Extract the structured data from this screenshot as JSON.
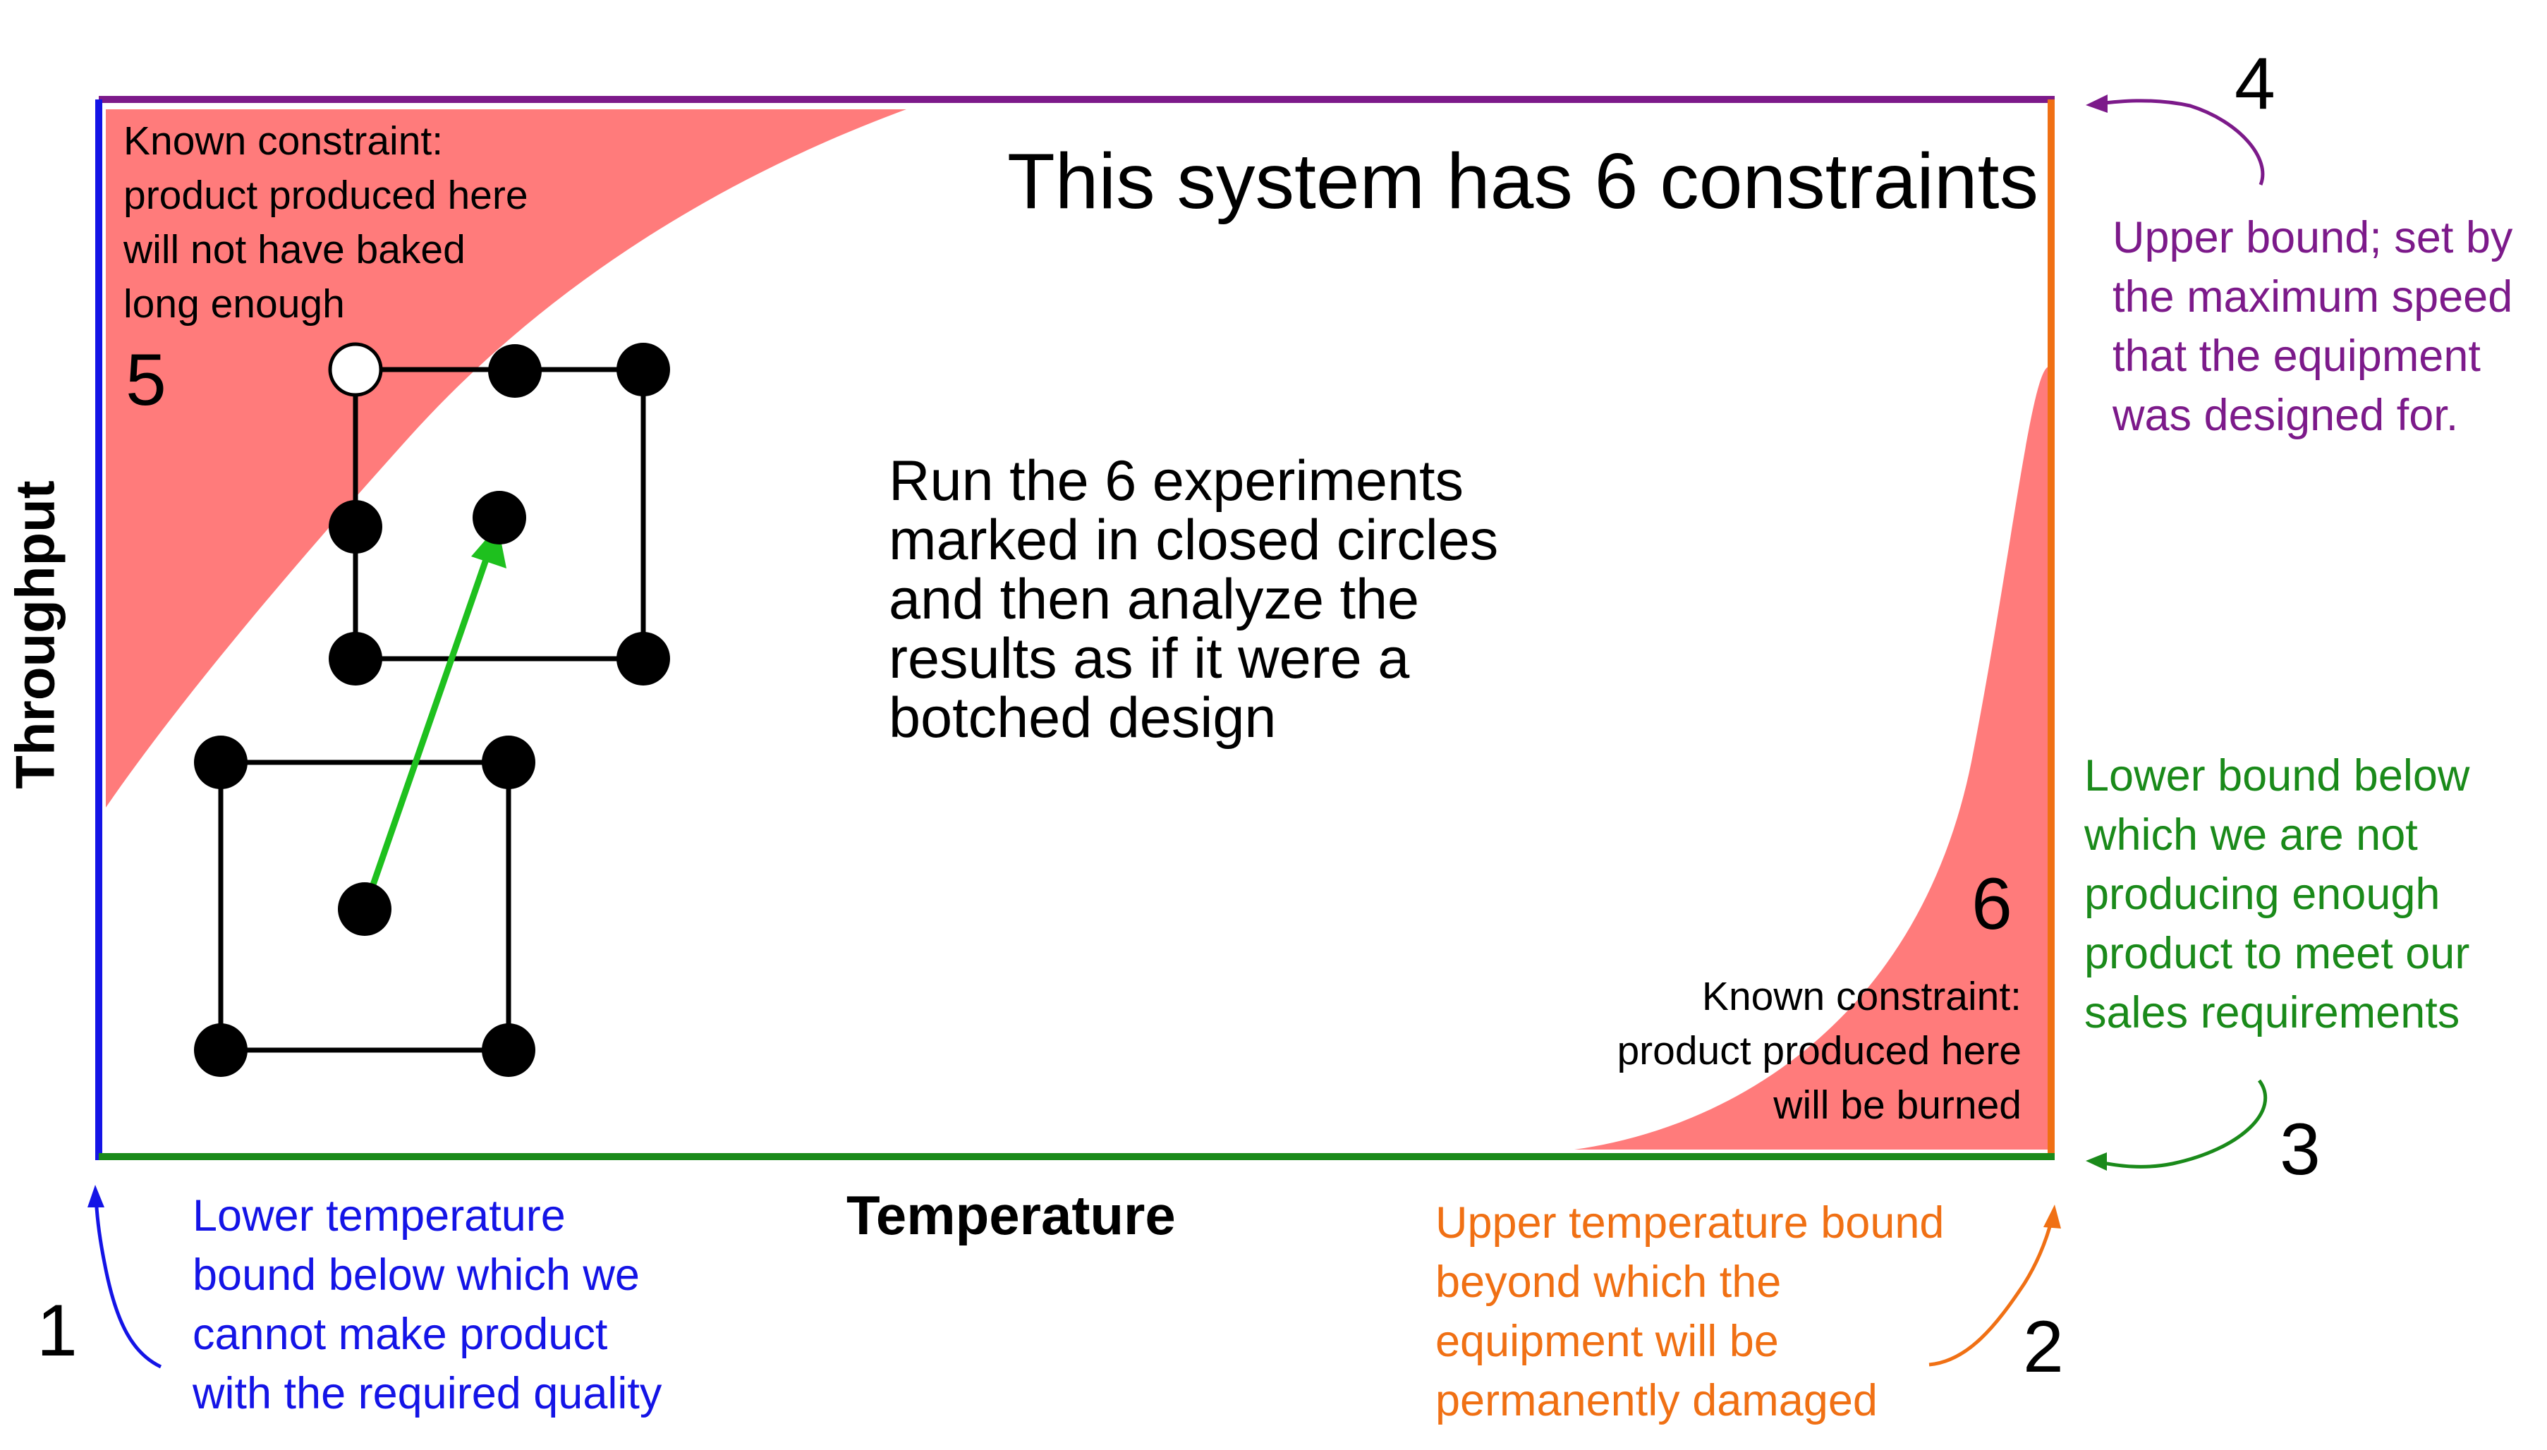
{
  "title": "This system has 6 constraints",
  "center_text": "Run the 6 experiments\nmarked in closed circles\nand then analyze the\nresults as if it were a\nbotched design",
  "axes": {
    "x_label": "Temperature",
    "y_label": "Throughput"
  },
  "constraints": [
    {
      "number": "1",
      "text": "Lower temperature\nbound below which we\ncannot make product\nwith the required quality",
      "color": "#1414e6"
    },
    {
      "number": "2",
      "text": "Upper temperature bound\nbeyond which the\nequipment will be\npermanently damaged",
      "color": "#f07014"
    },
    {
      "number": "3",
      "text": "Lower bound below\nwhich we are not\nproducing enough\nproduct to meet our\nsales requirements",
      "color": "#1a8a1a"
    },
    {
      "number": "4",
      "text": "Upper bound; set by\nthe maximum speed\nthat the equipment\nwas designed for.",
      "color": "#7c1a8a"
    },
    {
      "number": "5",
      "text": "Known constraint:\nproduct produced here\nwill not have baked\nlong enough",
      "color": "#ff7b7b"
    },
    {
      "number": "6",
      "text": "Known constraint:\nproduct produced here\nwill be burned",
      "color": "#ff7b7b"
    }
  ],
  "colors": {
    "infeasible_region": "#ff7b7b",
    "arrow": "#1ec01e",
    "point_closed": "#000000",
    "point_open": "#ffffff"
  },
  "design": {
    "first_factorial": "square with 4 corner points and 1 center point, all closed",
    "second_factorial": "square with 4 corner points and 1 center point; upper-left corner open (infeasible, not run); 2 extra closed points on the square edges",
    "movement": "arrow from first design center to second design center"
  }
}
